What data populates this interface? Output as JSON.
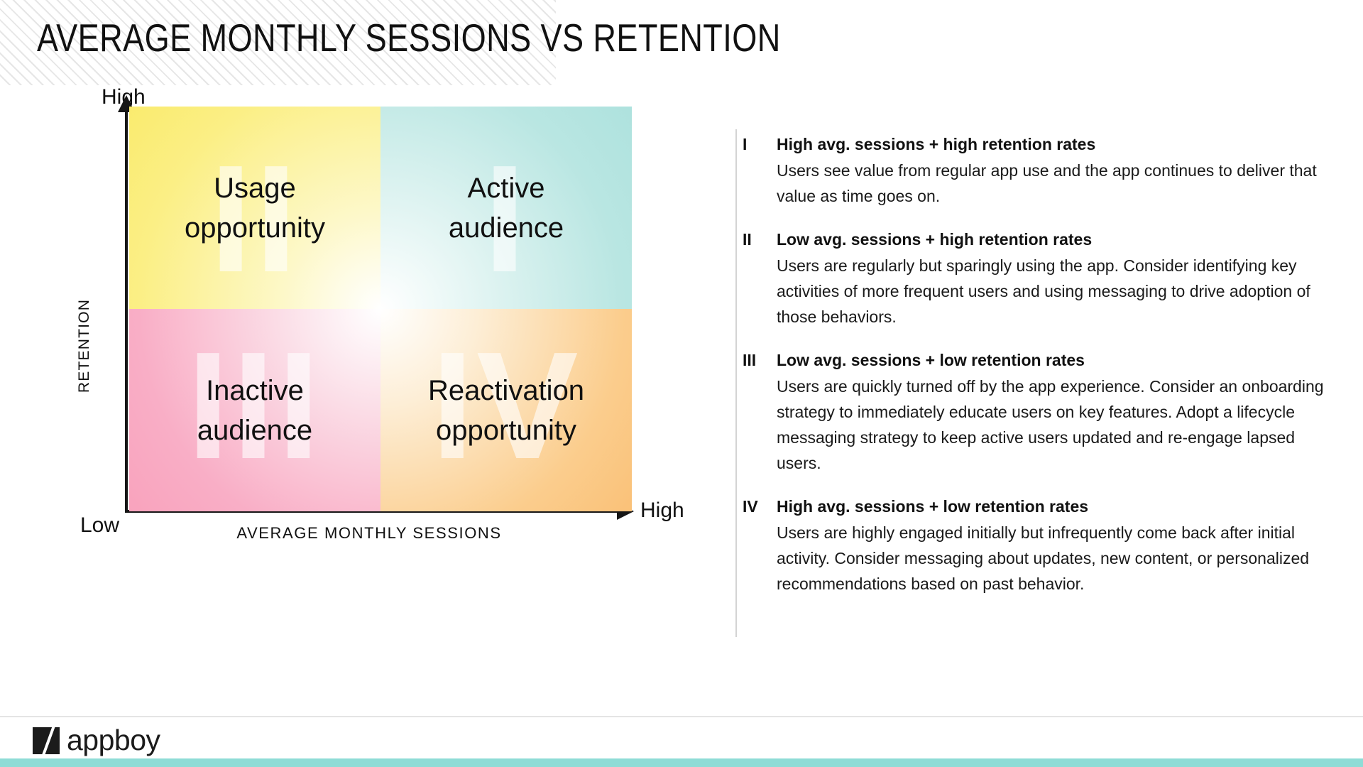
{
  "header": {
    "title": "AVERAGE MONTHLY SESSIONS VS RETENTION"
  },
  "chart_data": {
    "type": "table",
    "title": "Average monthly sessions vs retention",
    "xlabel": "AVERAGE MONTHLY SESSIONS",
    "ylabel": "RETENTION",
    "x_axis_low": "Low",
    "x_axis_high": "High",
    "y_axis_high": "High",
    "quadrants": [
      {
        "numeral": "II",
        "label": "Usage\nopportunity",
        "label_line1": "Usage",
        "label_line2": "opportunity",
        "sessions": "Low",
        "retention": "High",
        "color": "#faeb6e",
        "position": "top-left"
      },
      {
        "numeral": "I",
        "label": "Active\naudience",
        "label_line1": "Active",
        "label_line2": "audience",
        "sessions": "High",
        "retention": "High",
        "color": "#aee2de",
        "position": "top-right"
      },
      {
        "numeral": "III",
        "label": "Inactive\naudience",
        "label_line1": "Inactive",
        "label_line2": "audience",
        "sessions": "Low",
        "retention": "Low",
        "color": "#f9a3bd",
        "position": "bottom-left"
      },
      {
        "numeral": "IV",
        "label": "Reactivation\nopportunity",
        "label_line1": "Reactivation",
        "label_line2": "opportunity",
        "sessions": "High",
        "retention": "Low",
        "color": "#fac178",
        "position": "bottom-right"
      }
    ]
  },
  "legend": {
    "items": [
      {
        "numeral": "I",
        "title": "High avg. sessions + high retention rates",
        "description": "Users see value from regular app use and the app continues to deliver that value as time goes on."
      },
      {
        "numeral": "II",
        "title": "Low avg. sessions + high retention rates",
        "description": "Users are regularly but sparingly using the app. Consider identifying key activities of more frequent users and using messaging to drive adoption of those behaviors."
      },
      {
        "numeral": "III",
        "title": "Low avg. sessions + low retention rates",
        "description": "Users are quickly turned off by the app experience. Consider an onboarding strategy to immediately educate users on key features. Adopt a lifecycle messaging strategy to keep active users updated and re-engage lapsed users."
      },
      {
        "numeral": "IV",
        "title": "High avg. sessions + low retention rates",
        "description": "Users are highly engaged initially but infrequently come back after initial activity. Consider messaging about updates, new content, or personalized recommendations based on past behavior."
      }
    ]
  },
  "footer": {
    "brand": "appboy",
    "accent_color": "#8edcd6"
  }
}
